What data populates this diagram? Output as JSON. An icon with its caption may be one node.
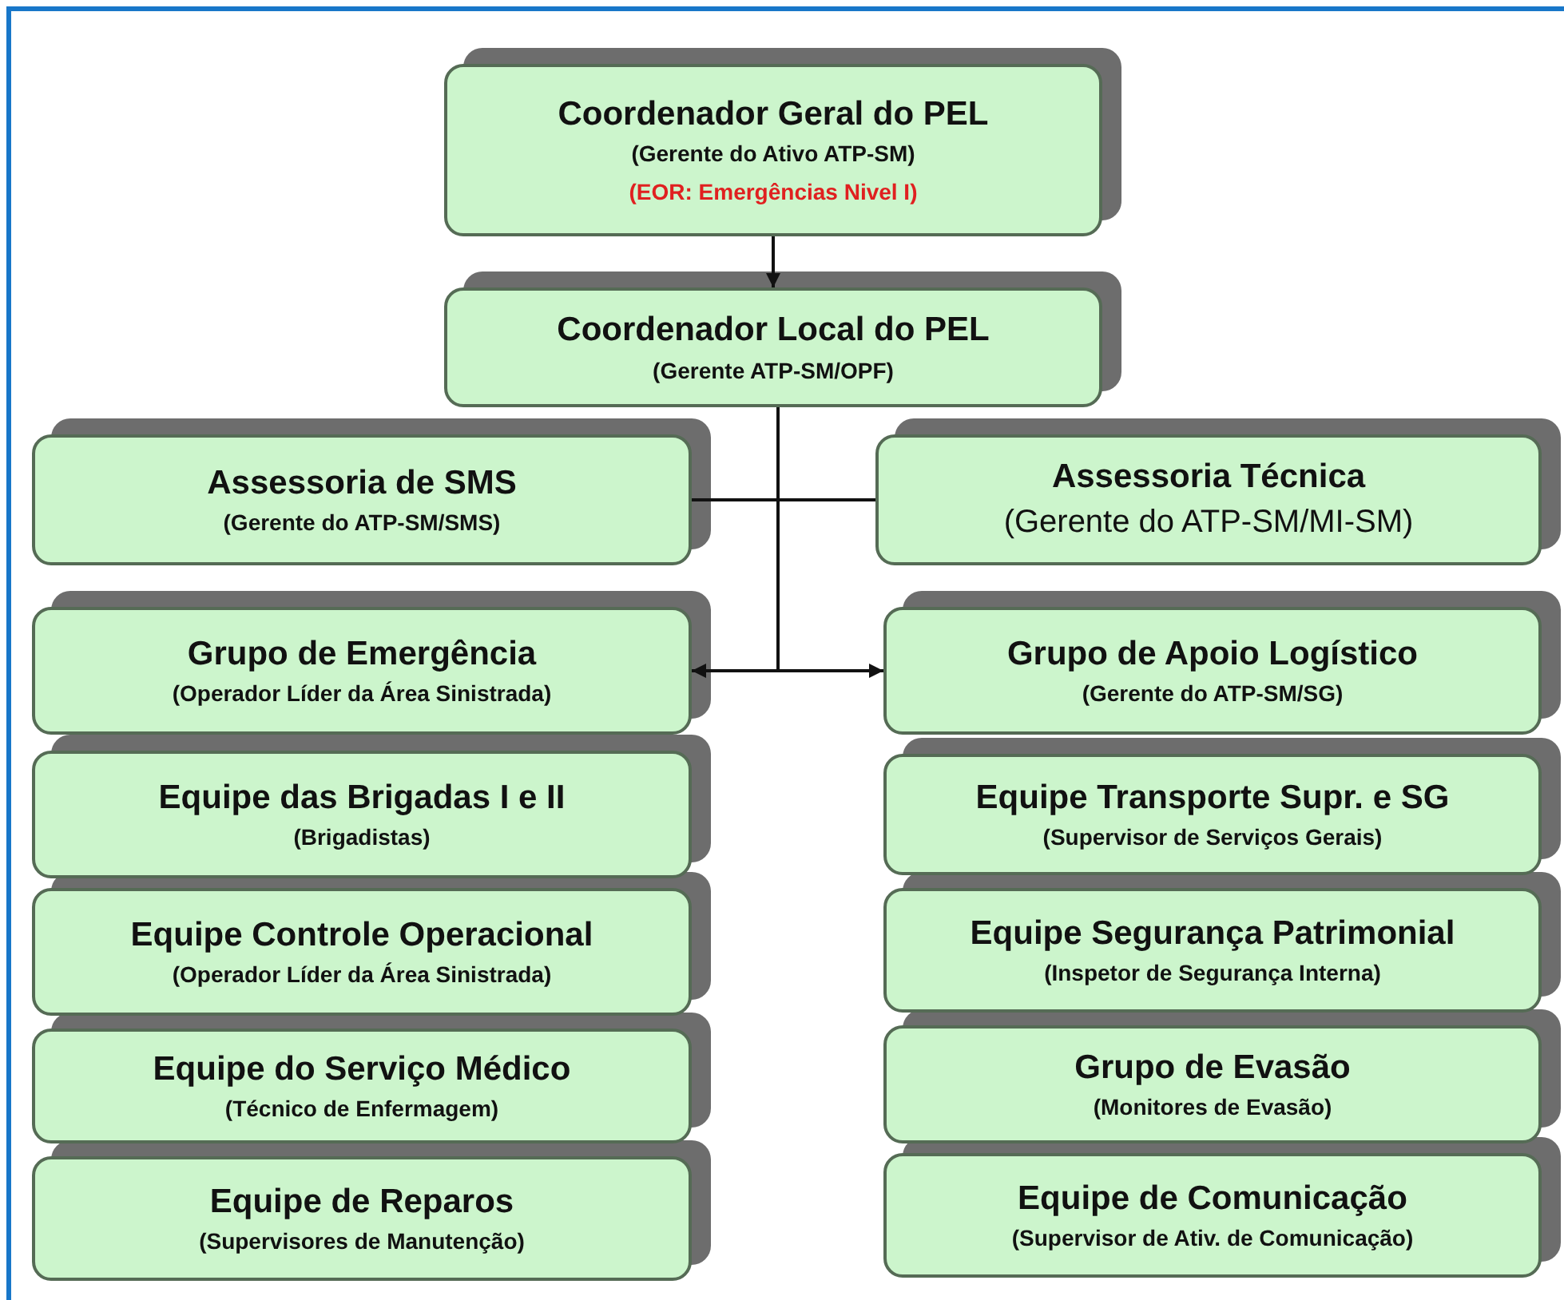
{
  "diagram": {
    "nodes": [
      {
        "text": [
          "Coordenador Geral do PEL",
          "(Gerente do Ativo ATP-SM)",
          "(EOR: Emergências Nivel I)"
        ]
      },
      {
        "text": [
          "Coordenador Local do PEL",
          "(Gerente ATP-SM/OPF)"
        ]
      },
      {
        "text": [
          "Assessoria de SMS",
          "(Gerente do ATP-SM/SMS)"
        ]
      },
      {
        "text": [
          "Assessoria Técnica",
          "(Gerente do ATP-SM/MI-SM)"
        ]
      },
      {
        "text": [
          "Grupo de Emergência",
          "(Operador Líder da Área Sinistrada)"
        ]
      },
      {
        "text": [
          "Grupo de Apoio Logístico",
          "(Gerente do ATP-SM/SG)"
        ]
      },
      {
        "text": [
          "Equipe das Brigadas I e II",
          "(Brigadistas)"
        ]
      },
      {
        "text": [
          "Equipe Transporte Supr. e SG",
          "(Supervisor de Serviços Gerais)"
        ]
      },
      {
        "text": [
          "Equipe Controle Operacional",
          "(Operador Líder da Área Sinistrada)"
        ]
      },
      {
        "text": [
          "Equipe Segurança Patrimonial",
          "(Inspetor de Segurança Interna)"
        ]
      },
      {
        "text": [
          "Equipe do Serviço Médico",
          "(Técnico de Enfermagem)"
        ]
      },
      {
        "text": [
          "Grupo de Evasão",
          "(Monitores de Evasão)"
        ]
      },
      {
        "text": [
          "Equipe de Reparos",
          "(Supervisores de Manutenção)"
        ]
      },
      {
        "text": [
          "Equipe de Comunicação",
          "(Supervisor de Ativ. de Comunicação)"
        ]
      }
    ],
    "edges": [
      {
        "from": 0,
        "to": 1,
        "arrow": "to"
      },
      {
        "from": 1,
        "to": 2,
        "arrow": "none"
      },
      {
        "from": 1,
        "to": 3,
        "arrow": "none"
      },
      {
        "from": 1,
        "to": 4,
        "arrow": "to"
      },
      {
        "from": 1,
        "to": 5,
        "arrow": "to"
      }
    ]
  }
}
